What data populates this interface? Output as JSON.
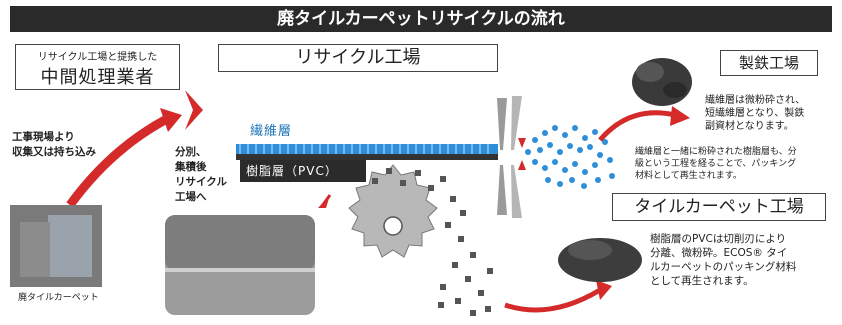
{
  "title": "廃タイルカーペットリサイクルの流れ",
  "intermediate": {
    "small": "リサイクル工場と提携した",
    "big": "中間処理業者"
  },
  "recycle_factory": "リサイクル工場",
  "collection_text": [
    "工事現場より",
    "収集又は持ち込み"
  ],
  "sort_text": [
    "分別、",
    "集積後",
    "リサイクル",
    "工場へ"
  ],
  "carpet_caption": "廃タイルカーペット",
  "fiber_layer": "繊維層",
  "resin_layer": "樹脂層（PVC）",
  "steel_factory": "製鉄工場",
  "steel_text": [
    "繊維層は微粉砕され、",
    "短繊維層となり、製鉄",
    "副資材となります。"
  ],
  "mixed_text": [
    "繊維層と一緒に粉砕された樹脂層も、分",
    "級という工程を経ることで、パッキング",
    "材料として再生されます。"
  ],
  "tile_factory": "タイルカーペット工場",
  "tile_text": [
    "樹脂層のPVCは切削刃により",
    "分離、微粉砕。ECOS® タイ",
    "ルカーペットのパッキング材料",
    "として再生されます。"
  ],
  "colors": {
    "title_bg": "#2a2a2a",
    "arrow_red": "#d42a2a",
    "fiber_blue": "#2e8fd8",
    "dark_gray": "#555555"
  }
}
